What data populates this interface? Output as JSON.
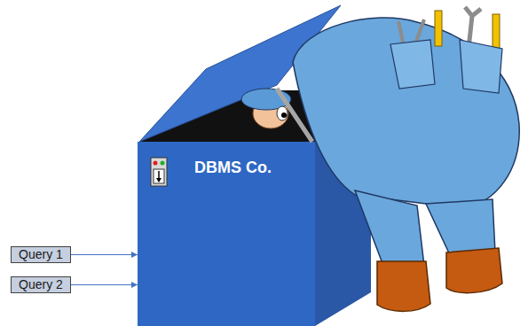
{
  "diagram": {
    "nodes": [
      {
        "text": [
          "DBMS Co."
        ]
      },
      {
        "text": [
          "Query 1"
        ]
      },
      {
        "text": [
          "Query 2"
        ]
      }
    ],
    "edges": [
      {
        "from": 1,
        "to": 0,
        "arrow": "to"
      },
      {
        "from": 2,
        "to": 0,
        "arrow": "to"
      }
    ]
  }
}
